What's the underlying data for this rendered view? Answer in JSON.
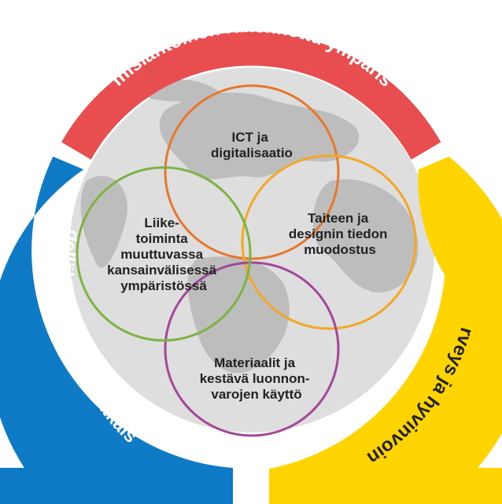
{
  "ring_segments": [
    {
      "label": "Ihmislähtöinen rakennettu ympäristö",
      "color": "#e84e4f"
    },
    {
      "label": "Terveys ja hyvinvointi",
      "color": "#ffd400"
    },
    {
      "label": "Edelläkävijät energiaratkaisut",
      "color": "#0f7bc6"
    }
  ],
  "circles": [
    {
      "lines": [
        "ICT ja",
        "digitalisaatio"
      ],
      "color": "#e8772e"
    },
    {
      "lines": [
        "Taiteen ja",
        "designin tiedon",
        "muodostus"
      ],
      "color": "#f5a623"
    },
    {
      "lines": [
        "Materiaalit ja",
        "kestävä luonnon-",
        "varojen käyttö"
      ],
      "color": "#a2479a"
    },
    {
      "lines": [
        "Liike-",
        "toiminta",
        "muuttuvassa",
        "kansainvälisessä",
        "ympäristössä"
      ],
      "color": "#7cb342"
    }
  ],
  "globe_color": "#dedede",
  "land_color": "#bdbdbd"
}
